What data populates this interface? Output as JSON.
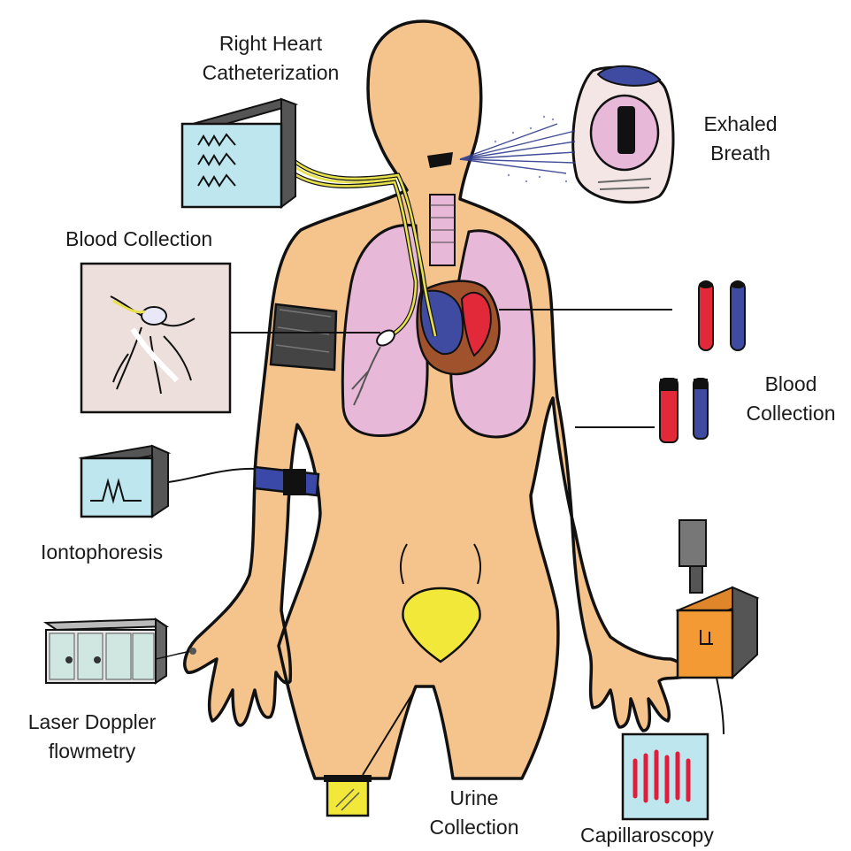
{
  "labels": {
    "right_heart": [
      "Right Heart",
      "Catheterization"
    ],
    "exhaled_breath": [
      "Exhaled",
      "Breath"
    ],
    "blood_collection_left": "Blood Collection",
    "blood_collection_right": [
      "Blood",
      "Collection"
    ],
    "iontophoresis": "Iontophoresis",
    "laser_doppler": [
      "Laser Doppler",
      "flowmetry"
    ],
    "urine_collection": [
      "Urine",
      "Collection"
    ],
    "capillaroscopy": "Capillaroscopy"
  },
  "colors": {
    "skin": "#F5C48D",
    "lung": "#E8B8D8",
    "heart_blue": "#3F4BA0",
    "heart_red": "#E2293A",
    "heart_brown": "#A0522D",
    "monitor_screen": "#BDE6EE",
    "monitor_side": "#555555",
    "cuff": "#444444",
    "iontophoresis_band": "#3A48A8",
    "bladder": "#F2E83A",
    "capillaroscope": "#F39A35",
    "capillary_red": "#E01E3C",
    "catheter_yellow": "#E6E14A",
    "breath_blue": "#2E3A8C"
  }
}
